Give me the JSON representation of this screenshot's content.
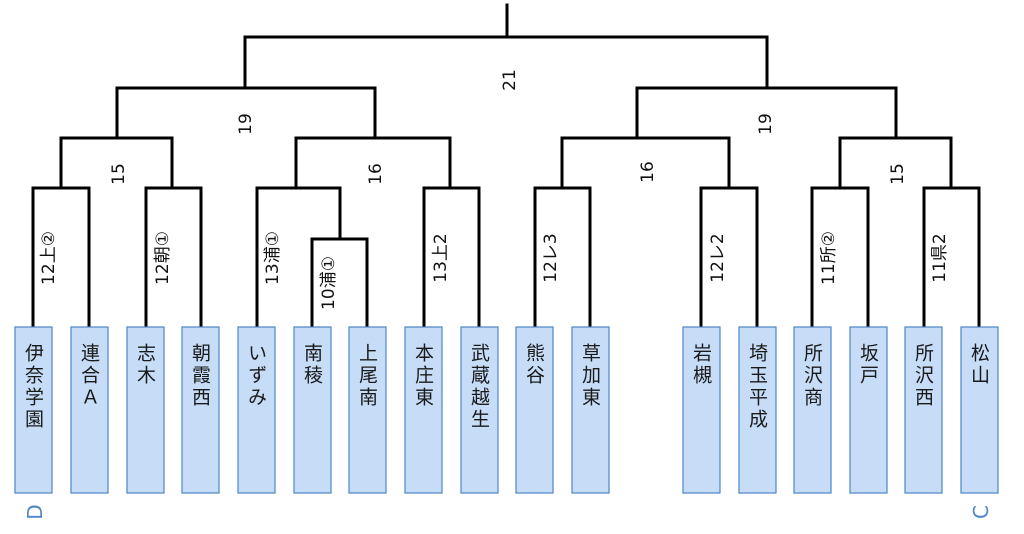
{
  "block_labels": {
    "left": "D",
    "right": "C"
  },
  "teams": [
    "伊奈学園",
    "連合Ａ",
    "志木",
    "朝霞西",
    "いずみ",
    "南稜",
    "上尾南",
    "本庄東",
    "武蔵越生",
    "熊谷",
    "草加東",
    "岩槻",
    "埼玉平成",
    "所沢商",
    "坂戸",
    "所沢西",
    "松山"
  ],
  "matches": {
    "m_l1": "12上②",
    "m_l2": "12朝①",
    "m_l3": "13浦①",
    "m_l4": "10浦①",
    "m_l5": "13上2",
    "m_l6": "12レ3",
    "m_r1": "12レ2",
    "m_r2": "11所②",
    "m_r3": "11県2",
    "left_15": "15",
    "left_16": "16",
    "left_19": "19",
    "center_16": "16",
    "right_19": "19",
    "right_15": "15",
    "final_21": "21"
  },
  "colors": {
    "team_fill": "#c6dcf7",
    "team_border": "#4d86c8",
    "line": "#000000"
  }
}
